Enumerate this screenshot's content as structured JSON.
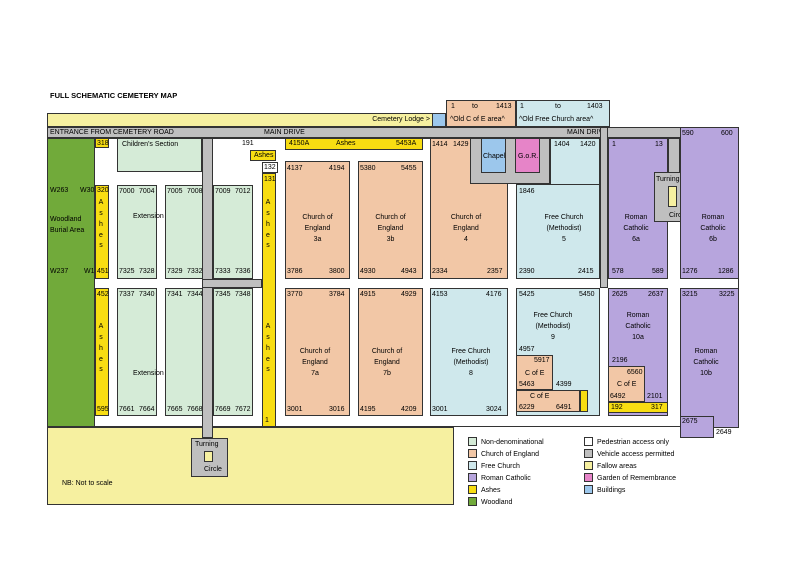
{
  "title": "FULL SCHEMATIC CEMETERY MAP",
  "note": "NB: Not to scale",
  "colors": {
    "non_denominational": "#d5ebd7",
    "church_of_england": "#f2c7a6",
    "free_church": "#cfe8ec",
    "roman_catholic": "#b7a5dd",
    "ashes": "#f8dd12",
    "woodland": "#71aa3a",
    "vehicle_access": "#bfbfbf",
    "fallow": "#f6f0a0",
    "garden_of_remembrance": "#e684c8",
    "buildings": "#9cc7ec"
  },
  "labels": {
    "cemetery_lodge": "Cemetery Lodge >",
    "entrance": "ENTRANCE FROM CEMETERY ROAD",
    "main_drive": "MAIN DRIVE",
    "main_drive_2": "MAIN DRIVE",
    "childrens_section": "Children's Section",
    "chapel": "Chapel",
    "gor": "G.o.R.",
    "old_ce_from": "1",
    "old_ce_to_word": "to",
    "old_ce_to": "1413",
    "old_ce_area": "^Old C of E area^",
    "old_fc_from": "1",
    "old_fc_to_word": "to",
    "old_fc_to": "1403",
    "old_fc_area": "^Old Free Church area^",
    "turning": "Turning",
    "circle": "Circle",
    "turning_2": "Turning",
    "circle_2": "Circle",
    "ashes_short": "Ashes",
    "ashes_row_label": "Ashes",
    "ashes_row_left": "4150A",
    "ashes_row_right": "5453A",
    "n191": "191",
    "n132": "132",
    "n131": "131",
    "n1_ashes": "1",
    "woodland_line1": "Woodland",
    "woodland_line2": "Burial Area",
    "w263": "W263",
    "w30": "W30",
    "w237": "W237",
    "w1": "W1",
    "n318": "318",
    "n320": "320",
    "n451": "451",
    "n452": "452",
    "n595": "595",
    "vertical_ashes_1": "A s h e s",
    "vertical_ashes_2": "A s h e s",
    "vertical_ashes_3": "A s h e s",
    "vertical_ashes_4": "A s h e s",
    "extension": "Extension",
    "extension_2": "Extension"
  },
  "top_nd_numbers": {
    "a1": "7000",
    "a2": "7004",
    "b1": "7005",
    "b2": "7008",
    "c1": "7009",
    "c2": "7012",
    "a3": "7325",
    "a4": "7328",
    "b3": "7329",
    "b4": "7332",
    "c3": "7333",
    "c4": "7336"
  },
  "bottom_nd_numbers": {
    "a1": "7337",
    "a2": "7340",
    "b1": "7341",
    "b2": "7344",
    "c1": "7345",
    "c2": "7348",
    "a3": "7661",
    "a4": "7664",
    "b3": "7665",
    "b4": "7668",
    "c3": "7669",
    "c4": "7672"
  },
  "sections": {
    "s3a": {
      "name1": "Church of",
      "name2": "England",
      "code": "3a",
      "tl": "4137",
      "tr": "4194",
      "bl": "3786",
      "br": "3800"
    },
    "s3b": {
      "name1": "Church of",
      "name2": "England",
      "code": "3b",
      "tl": "5380",
      "tr": "5455",
      "bl": "4930",
      "br": "4943"
    },
    "s4": {
      "name1": "Church of",
      "name2": "England",
      "code": "4",
      "tl": "1414",
      "tr": "1429",
      "bl": "2334",
      "br": "2357"
    },
    "s5": {
      "name1": "Free Church",
      "name2": "(Methodist)",
      "code": "5",
      "tl": "1404",
      "tr": "1420",
      "tl2": "1846",
      "bl": "2390",
      "br": "2415"
    },
    "s6a": {
      "name1": "Roman",
      "name2": "Catholic",
      "code": "6a",
      "tl": "1",
      "tr": "13",
      "bl": "578",
      "br": "589"
    },
    "s6b": {
      "name1": "Roman",
      "name2": "Catholic",
      "code": "6b",
      "tl": "590",
      "tr": "600",
      "bl": "1276",
      "br": "1286"
    },
    "s7a": {
      "name1": "Church of",
      "name2": "England",
      "code": "7a",
      "tl": "3770",
      "tr": "3784",
      "bl": "3001",
      "br": "3016"
    },
    "s7b": {
      "name1": "Church of",
      "name2": "England",
      "code": "7b",
      "tl": "4915",
      "tr": "4929",
      "bl": "4195",
      "br": "4209"
    },
    "s8": {
      "name1": "Free Church",
      "name2": "(Methodist)",
      "code": "8",
      "tl": "4153",
      "tr": "4176",
      "bl": "3001",
      "br": "3024"
    },
    "s9": {
      "name1": "Free Church",
      "name2": "(Methodist)",
      "code": "9",
      "tl": "5425",
      "tr": "5450",
      "mid": "4957"
    },
    "s9ce1": {
      "name": "C of E",
      "tr": "5917",
      "bl": "5463",
      "br": "4399"
    },
    "s9ce2": {
      "name": "C of E",
      "bl": "6229",
      "br": "6491"
    },
    "s10a": {
      "name1": "Roman",
      "name2": "Catholic",
      "code": "10a",
      "tl": "2625",
      "tr": "2637",
      "bl": "2196"
    },
    "s10ace": {
      "name": "C of E",
      "tr": "6560",
      "bl": "6492",
      "br": "2101"
    },
    "s10aash": {
      "l": "192",
      "r": "317"
    },
    "s10b": {
      "name1": "Roman",
      "name2": "Catholic",
      "code": "10b",
      "tl": "3215",
      "tr": "3225",
      "bl": "2675",
      "br": "2649"
    }
  },
  "legend": [
    {
      "label": "Non-denominational",
      "color": "#d5ebd7"
    },
    {
      "label": "Church of England",
      "color": "#f2c7a6"
    },
    {
      "label": "Free Church",
      "color": "#cfe8ec"
    },
    {
      "label": "Roman Catholic",
      "color": "#b7a5dd"
    },
    {
      "label": "Ashes",
      "color": "#f8dd12"
    },
    {
      "label": "Woodland",
      "color": "#71aa3a"
    },
    {
      "label": "Pedestrian access only",
      "color": "#ffffff"
    },
    {
      "label": "Vehicle access permitted",
      "color": "#bfbfbf"
    },
    {
      "label": "Fallow areas",
      "color": "#f6f0a0"
    },
    {
      "label": "Garden of Remembrance",
      "color": "#e684c8"
    },
    {
      "label": "Buildings",
      "color": "#9cc7ec"
    }
  ]
}
